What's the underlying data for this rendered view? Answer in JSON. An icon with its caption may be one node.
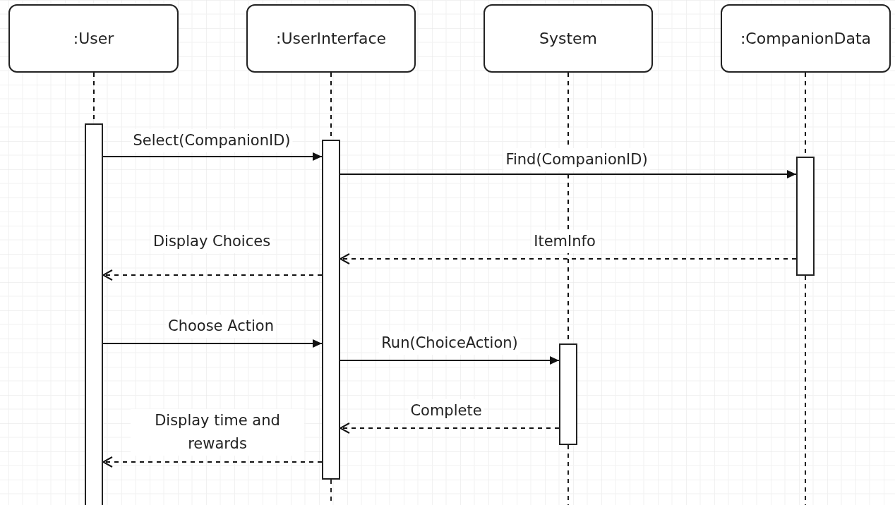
{
  "diagram": {
    "nodes": [
      {
        "text": [
          ":User"
        ]
      },
      {
        "text": [
          ":UserInterface"
        ]
      },
      {
        "text": [
          "System"
        ]
      },
      {
        "text": [
          ":CompanionData"
        ]
      },
      {
        "text": [],
        "shape": "bar"
      },
      {
        "text": [],
        "shape": "bar"
      },
      {
        "text": [],
        "shape": "bar"
      },
      {
        "text": [],
        "shape": "bar"
      }
    ],
    "edges": [
      {
        "from": 0,
        "to": 4,
        "arrow": "none",
        "style": "dashed"
      },
      {
        "from": 1,
        "to": 5,
        "arrow": "none",
        "style": "dashed"
      },
      {
        "from": 3,
        "to": 6,
        "arrow": "none",
        "style": "dashed"
      },
      {
        "from": 2,
        "to": 7,
        "arrow": "none",
        "style": "dashed"
      },
      {
        "from": 4,
        "to": 5,
        "label": "Select(CompanionID)",
        "arrow": "to"
      },
      {
        "from": 5,
        "to": 6,
        "label": "Find(CompanionID)",
        "arrow": "to"
      },
      {
        "from": 6,
        "to": 5,
        "label": "ItemInfo",
        "arrow": "to",
        "style": "dashed"
      },
      {
        "from": 5,
        "to": 4,
        "label": "Display Choices",
        "arrow": "to",
        "style": "dashed"
      },
      {
        "from": 4,
        "to": 5,
        "label": "Choose Action",
        "arrow": "to"
      },
      {
        "from": 5,
        "to": 7,
        "label": "Run(ChoiceAction)",
        "arrow": "to"
      },
      {
        "from": 7,
        "to": 5,
        "label": "Complete",
        "arrow": "to",
        "style": "dashed"
      },
      {
        "from": 5,
        "to": 4,
        "label": "Display time and rewards",
        "arrow": "to",
        "style": "dashed"
      }
    ]
  }
}
